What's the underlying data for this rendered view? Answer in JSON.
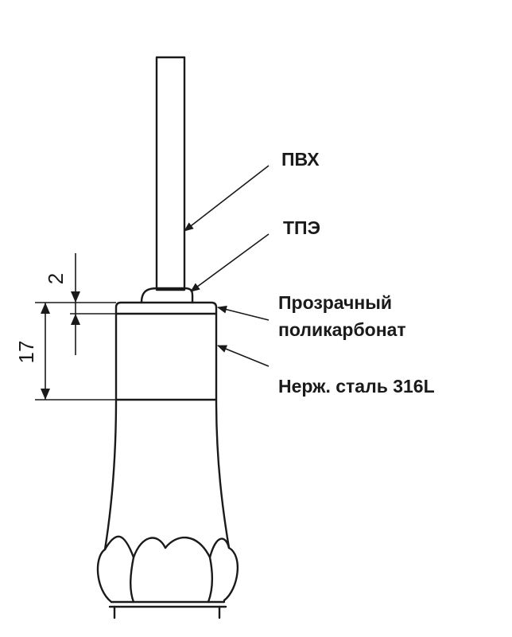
{
  "labels": {
    "pvc": "ПВХ",
    "tpe": "ТПЭ",
    "polycarbonate_line1": "Прозрачный",
    "polycarbonate_line2": "поликарбонат",
    "steel": "Нерж. сталь 316L"
  },
  "dimensions": {
    "cap_height": "2",
    "collar_height": "17"
  }
}
